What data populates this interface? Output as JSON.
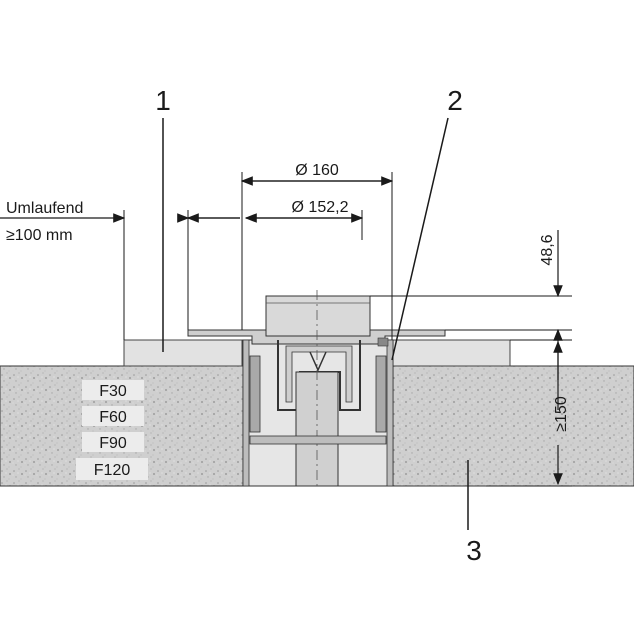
{
  "dimensions": {
    "outer_diameter": "Ø 160",
    "inner_diameter": "Ø 152,2",
    "height": "48,6",
    "min_thickness": "≥150",
    "surround_line1": "Umlaufend",
    "surround_line2": "≥100 mm"
  },
  "callouts": [
    "1",
    "2",
    "3"
  ],
  "fire_ratings": [
    "F30",
    "F60",
    "F90",
    "F120"
  ],
  "colors": {
    "concrete": "#c9c9c9",
    "steel": "#d4d4d4",
    "line": "#1a1a1a"
  }
}
